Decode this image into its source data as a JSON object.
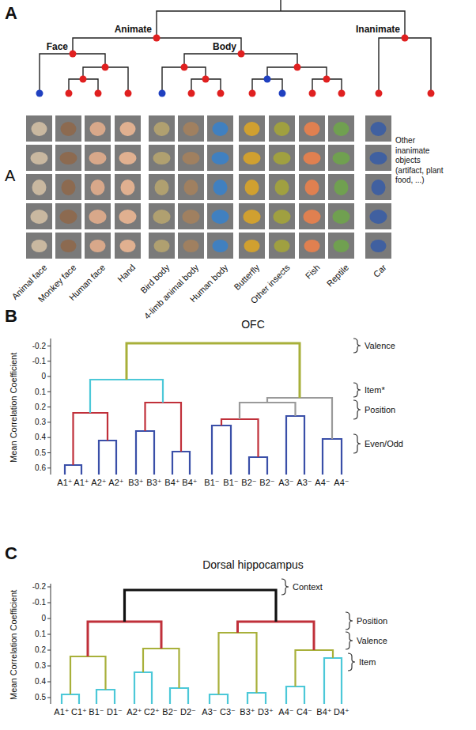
{
  "diagram": {
    "labels": [
      "A",
      "Animate",
      "Inanimate",
      "Face",
      "Body",
      "A",
      "Animal face",
      "Monkey face",
      "Human face",
      "Hand",
      "Bird body",
      "4-limb animal body",
      "Human body",
      "Butterfly",
      "Other insects",
      "Fish",
      "Reptile",
      "Car",
      "Other inanimate objects (artifact, plant food, ...)",
      "B",
      "OFC",
      "Mean Correlation Coefficient",
      "-0.2",
      "-0.1",
      "0",
      "0.1",
      "0.2",
      "0.3",
      "0.4",
      "0.5",
      "0.6",
      "A1⁺",
      "A1⁺",
      "A2⁺",
      "A2⁺",
      "B3⁺",
      "B3⁺",
      "B4⁺",
      "B4⁺",
      "B1⁻",
      "B1⁻",
      "B2⁻",
      "B2⁻",
      "A3⁻",
      "A3⁻",
      "A4⁻",
      "A4⁻",
      "Valence",
      "Item*",
      "Position",
      "Even/Odd",
      "C",
      "Dorsal hippocampus",
      "Mean Correlation Coefficient",
      "-0.2",
      "-0.1",
      "0",
      "0.1",
      "0.2",
      "0.3",
      "0.4",
      "0.5",
      "A1⁺",
      "C1⁺",
      "B1⁻",
      "D1⁻",
      "A2⁺",
      "C2⁺",
      "B2⁻",
      "D2⁻",
      "A3⁻",
      "C3⁻",
      "B3⁺",
      "D3⁺",
      "A4⁻",
      "C4⁻",
      "B4⁺",
      "D4⁺",
      "Context",
      "Position",
      "Valence",
      "Item"
    ]
  }
}
